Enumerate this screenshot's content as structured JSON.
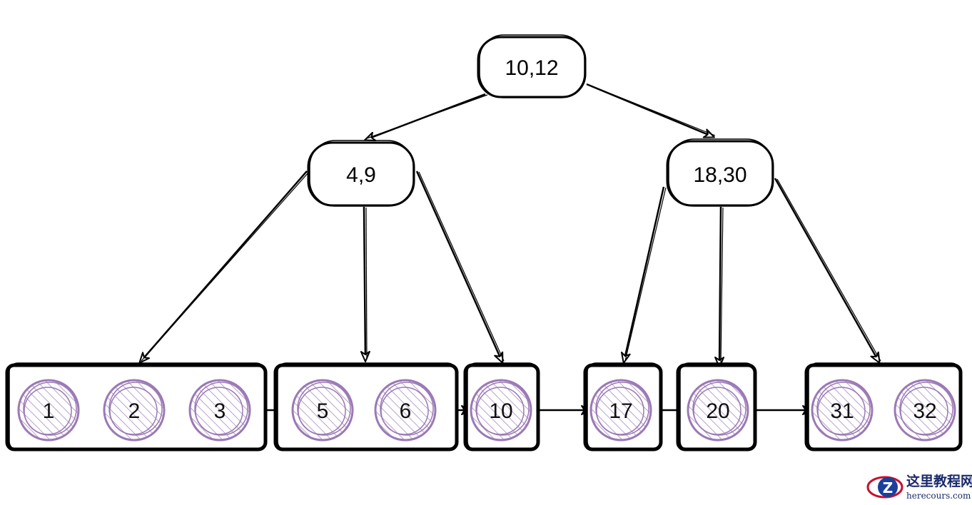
{
  "tree": {
    "root": {
      "id": "root",
      "label": "10,12"
    },
    "internal": [
      {
        "id": "n-left",
        "label": "4,9"
      },
      {
        "id": "n-right",
        "label": "18,30"
      }
    ],
    "leaves": [
      {
        "id": "leaf-1",
        "keys": [
          "1",
          "2",
          "3"
        ]
      },
      {
        "id": "leaf-2",
        "keys": [
          "5",
          "6"
        ]
      },
      {
        "id": "leaf-3",
        "keys": [
          "10"
        ]
      },
      {
        "id": "leaf-4",
        "keys": [
          "17"
        ]
      },
      {
        "id": "leaf-5",
        "keys": [
          "20"
        ]
      },
      {
        "id": "leaf-6",
        "keys": [
          "31",
          "32"
        ]
      }
    ],
    "edges": [
      {
        "from": "root",
        "to": "n-left"
      },
      {
        "from": "root",
        "to": "n-right"
      },
      {
        "from": "n-left",
        "to": "leaf-1"
      },
      {
        "from": "n-left",
        "to": "leaf-2"
      },
      {
        "from": "n-left",
        "to": "leaf-3"
      },
      {
        "from": "n-right",
        "to": "leaf-4"
      },
      {
        "from": "n-right",
        "to": "leaf-5"
      },
      {
        "from": "n-right",
        "to": "leaf-6"
      }
    ]
  },
  "colors": {
    "stroke": "#000000",
    "leaf_circle": "#9b79b5",
    "leaf_hatch": "#b9a2cc"
  },
  "watermark": {
    "title": "这里教程网",
    "url": "herecours.com"
  }
}
